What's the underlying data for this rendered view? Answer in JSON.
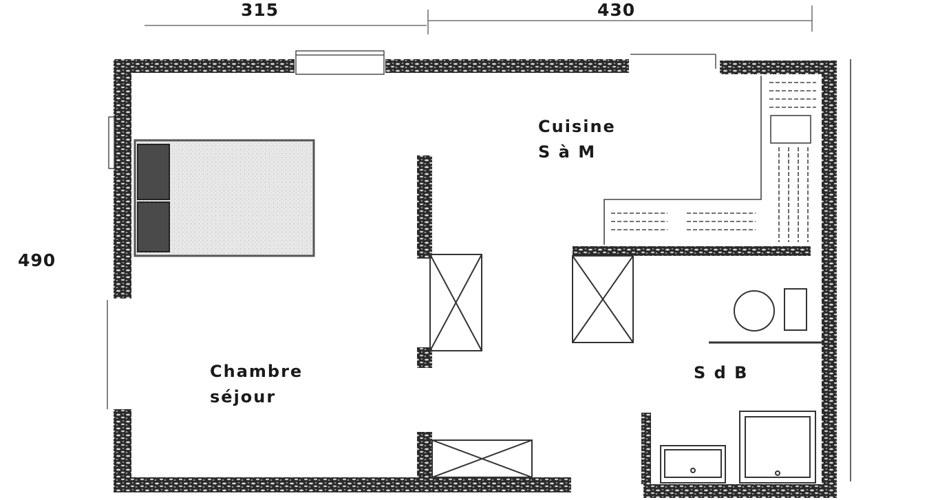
{
  "dimensions": {
    "top_left": "315",
    "top_right": "430",
    "left_height": "490"
  },
  "rooms": {
    "cuisine": [
      "Cuisine",
      "S à M"
    ],
    "chambre": [
      "Chambre",
      "séjour"
    ],
    "sdb": "S d B"
  },
  "colors": {
    "wall_dark": "#2a2a2a",
    "wall_light": "#d8d8d8",
    "line": "#333333",
    "bed_frame": "#555555",
    "pillow": "#4a4a4a",
    "bed_fill": "#e6e6e6"
  },
  "icons": [
    "bed-icon",
    "cupboard-icon",
    "toilet-icon",
    "sink-icon",
    "shower-icon",
    "kitchen-counter-icon",
    "window-icon"
  ]
}
